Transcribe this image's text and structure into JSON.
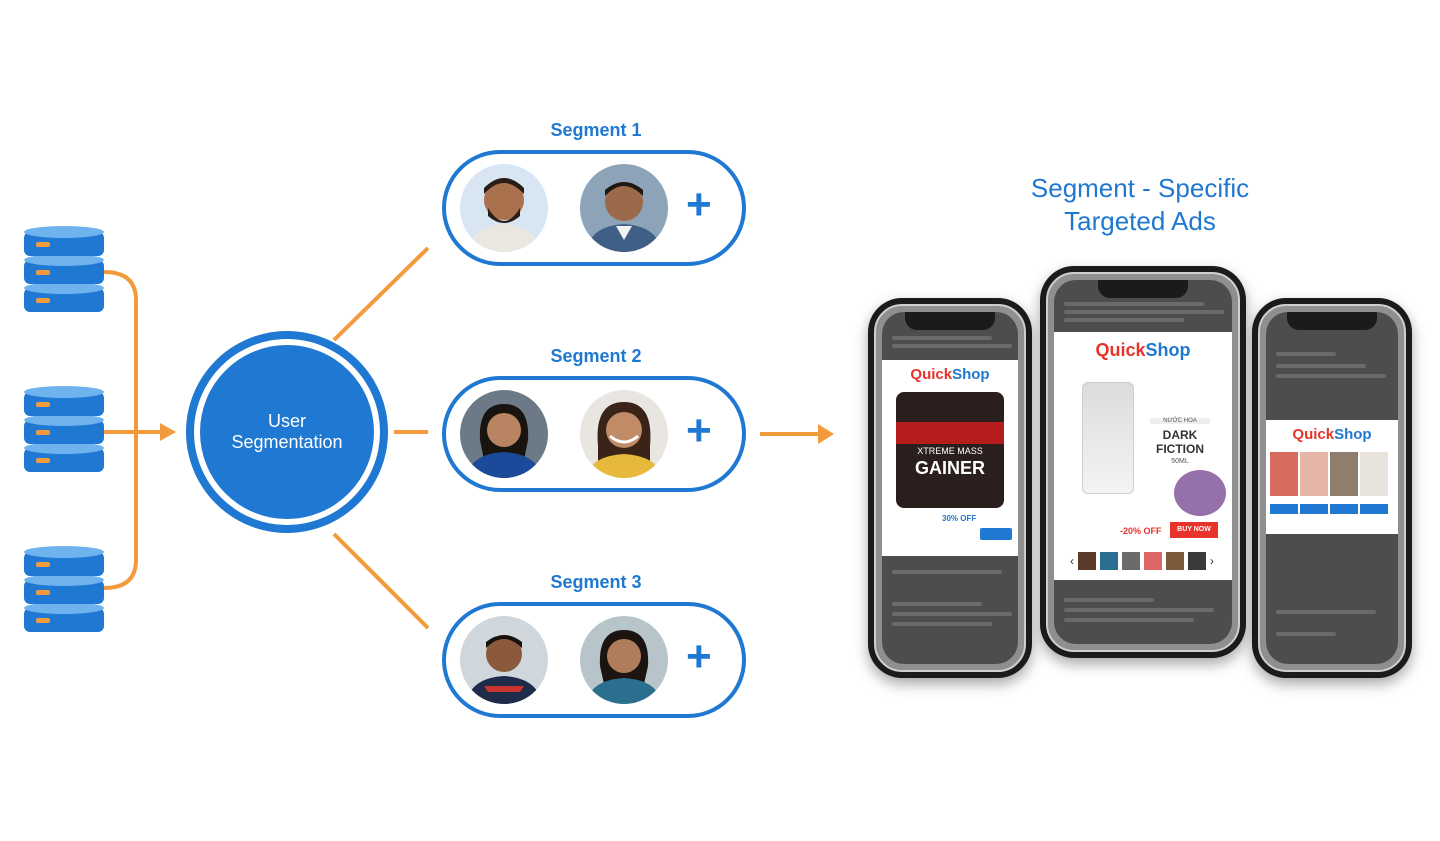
{
  "center": {
    "label_line1": "User",
    "label_line2": "Segmentation"
  },
  "segments": [
    {
      "title": "Segment 1",
      "plus": "+"
    },
    {
      "title": "Segment 2",
      "plus": "+"
    },
    {
      "title": "Segment 3",
      "plus": "+"
    }
  ],
  "ads": {
    "title_line1": "Segment - Specific",
    "title_line2": "Targeted Ads"
  },
  "phones": {
    "left": {
      "brand_a": "Quick",
      "brand_b": "Shop",
      "product_line1": "XTREME MASS",
      "product_line2": "GAINER",
      "discount": "30% OFF"
    },
    "center": {
      "brand_a": "Quick",
      "brand_b": "Shop",
      "product_line1": "DARK",
      "product_line2": "FICTION",
      "product_size": "50ML",
      "badge": "NƯỚC HOA",
      "discount": "-20% OFF",
      "cta": "BUY NOW"
    },
    "right": {
      "brand_a": "Quick",
      "brand_b": "Shop"
    }
  },
  "colors": {
    "primary": "#1f78d1",
    "connector": "#f39a3c",
    "brand_red": "#e8332a"
  }
}
